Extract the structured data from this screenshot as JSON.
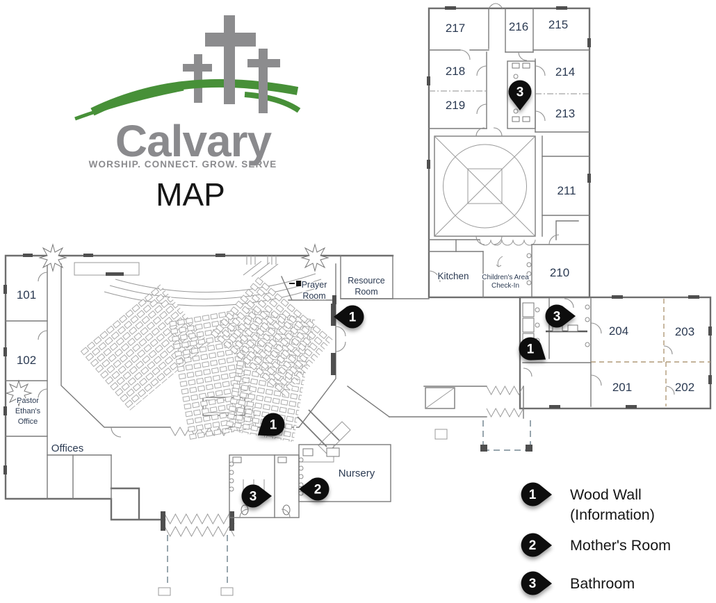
{
  "logo": {
    "brand": "Calvary",
    "tagline": "WORSHIP. CONNECT. GROW. SERVE",
    "map_title": "MAP"
  },
  "colors": {
    "logo_green": "#479038",
    "logo_gray": "#8c8c8e",
    "wall_gray": "#6e6e6e",
    "label_navy": "#2b3a52",
    "marker_black": "#0a0a0a"
  },
  "rooms": {
    "r101": "101",
    "r102": "102",
    "r201": "201",
    "r202": "202",
    "r203": "203",
    "r204": "204",
    "r210": "210",
    "r211": "211",
    "r213": "213",
    "r214": "214",
    "r215": "215",
    "r216": "216",
    "r217": "217",
    "r218": "218",
    "r219": "219"
  },
  "areas": {
    "prayer1": "Prayer",
    "prayer2": "Room",
    "resource1": "Resource",
    "resource2": "Room",
    "kitchen": "Kitchen",
    "checkin1": "Children's Area",
    "checkin2": "Check-In",
    "nursery": "Nursery",
    "offices": "Offices",
    "pastor1": "Pastor",
    "pastor2": "Ethan's",
    "pastor3": "Office"
  },
  "markers": {
    "east_wall": "1",
    "south_wall": "1",
    "wing_wall": "1",
    "mothers": "2",
    "south_bath": "3",
    "north_bath": "3",
    "east_bath": "3"
  },
  "legend": {
    "items": [
      {
        "num": "1",
        "label": "Wood Wall",
        "sublabel": "(Information)"
      },
      {
        "num": "2",
        "label": "Mother's Room",
        "sublabel": ""
      },
      {
        "num": "3",
        "label": "Bathroom",
        "sublabel": ""
      }
    ]
  }
}
